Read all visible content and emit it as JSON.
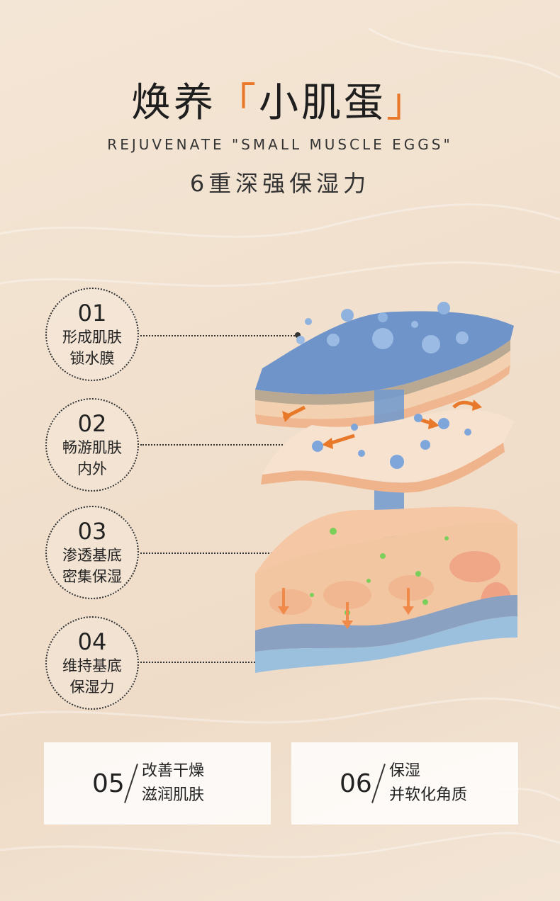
{
  "header": {
    "title_main": "焕养",
    "bracket_open": "「",
    "title_brand": "小肌蛋",
    "bracket_close": "」",
    "subtitle_en": "REJUVENATE \"SMALL MUSCLE EGGS\"",
    "tagline": "6重深强保湿力"
  },
  "steps": [
    {
      "num": "01",
      "line1": "形成肌肤",
      "line2": "锁水膜"
    },
    {
      "num": "02",
      "line1": "畅游肌肤",
      "line2": "内外"
    },
    {
      "num": "03",
      "line1": "渗透基底",
      "line2": "密集保湿"
    },
    {
      "num": "04",
      "line1": "维持基底",
      "line2": "保湿力"
    }
  ],
  "cards": [
    {
      "num": "05",
      "line1": "改善干燥",
      "line2": "滋润肌肤"
    },
    {
      "num": "06",
      "line1": "保湿",
      "line2": "并软化角质"
    }
  ],
  "colors": {
    "accent": "#e8782a",
    "water_blue": "#5f8fc7",
    "skin_peach": "#f2b98d",
    "deep_layer": "#7b8fb0"
  }
}
